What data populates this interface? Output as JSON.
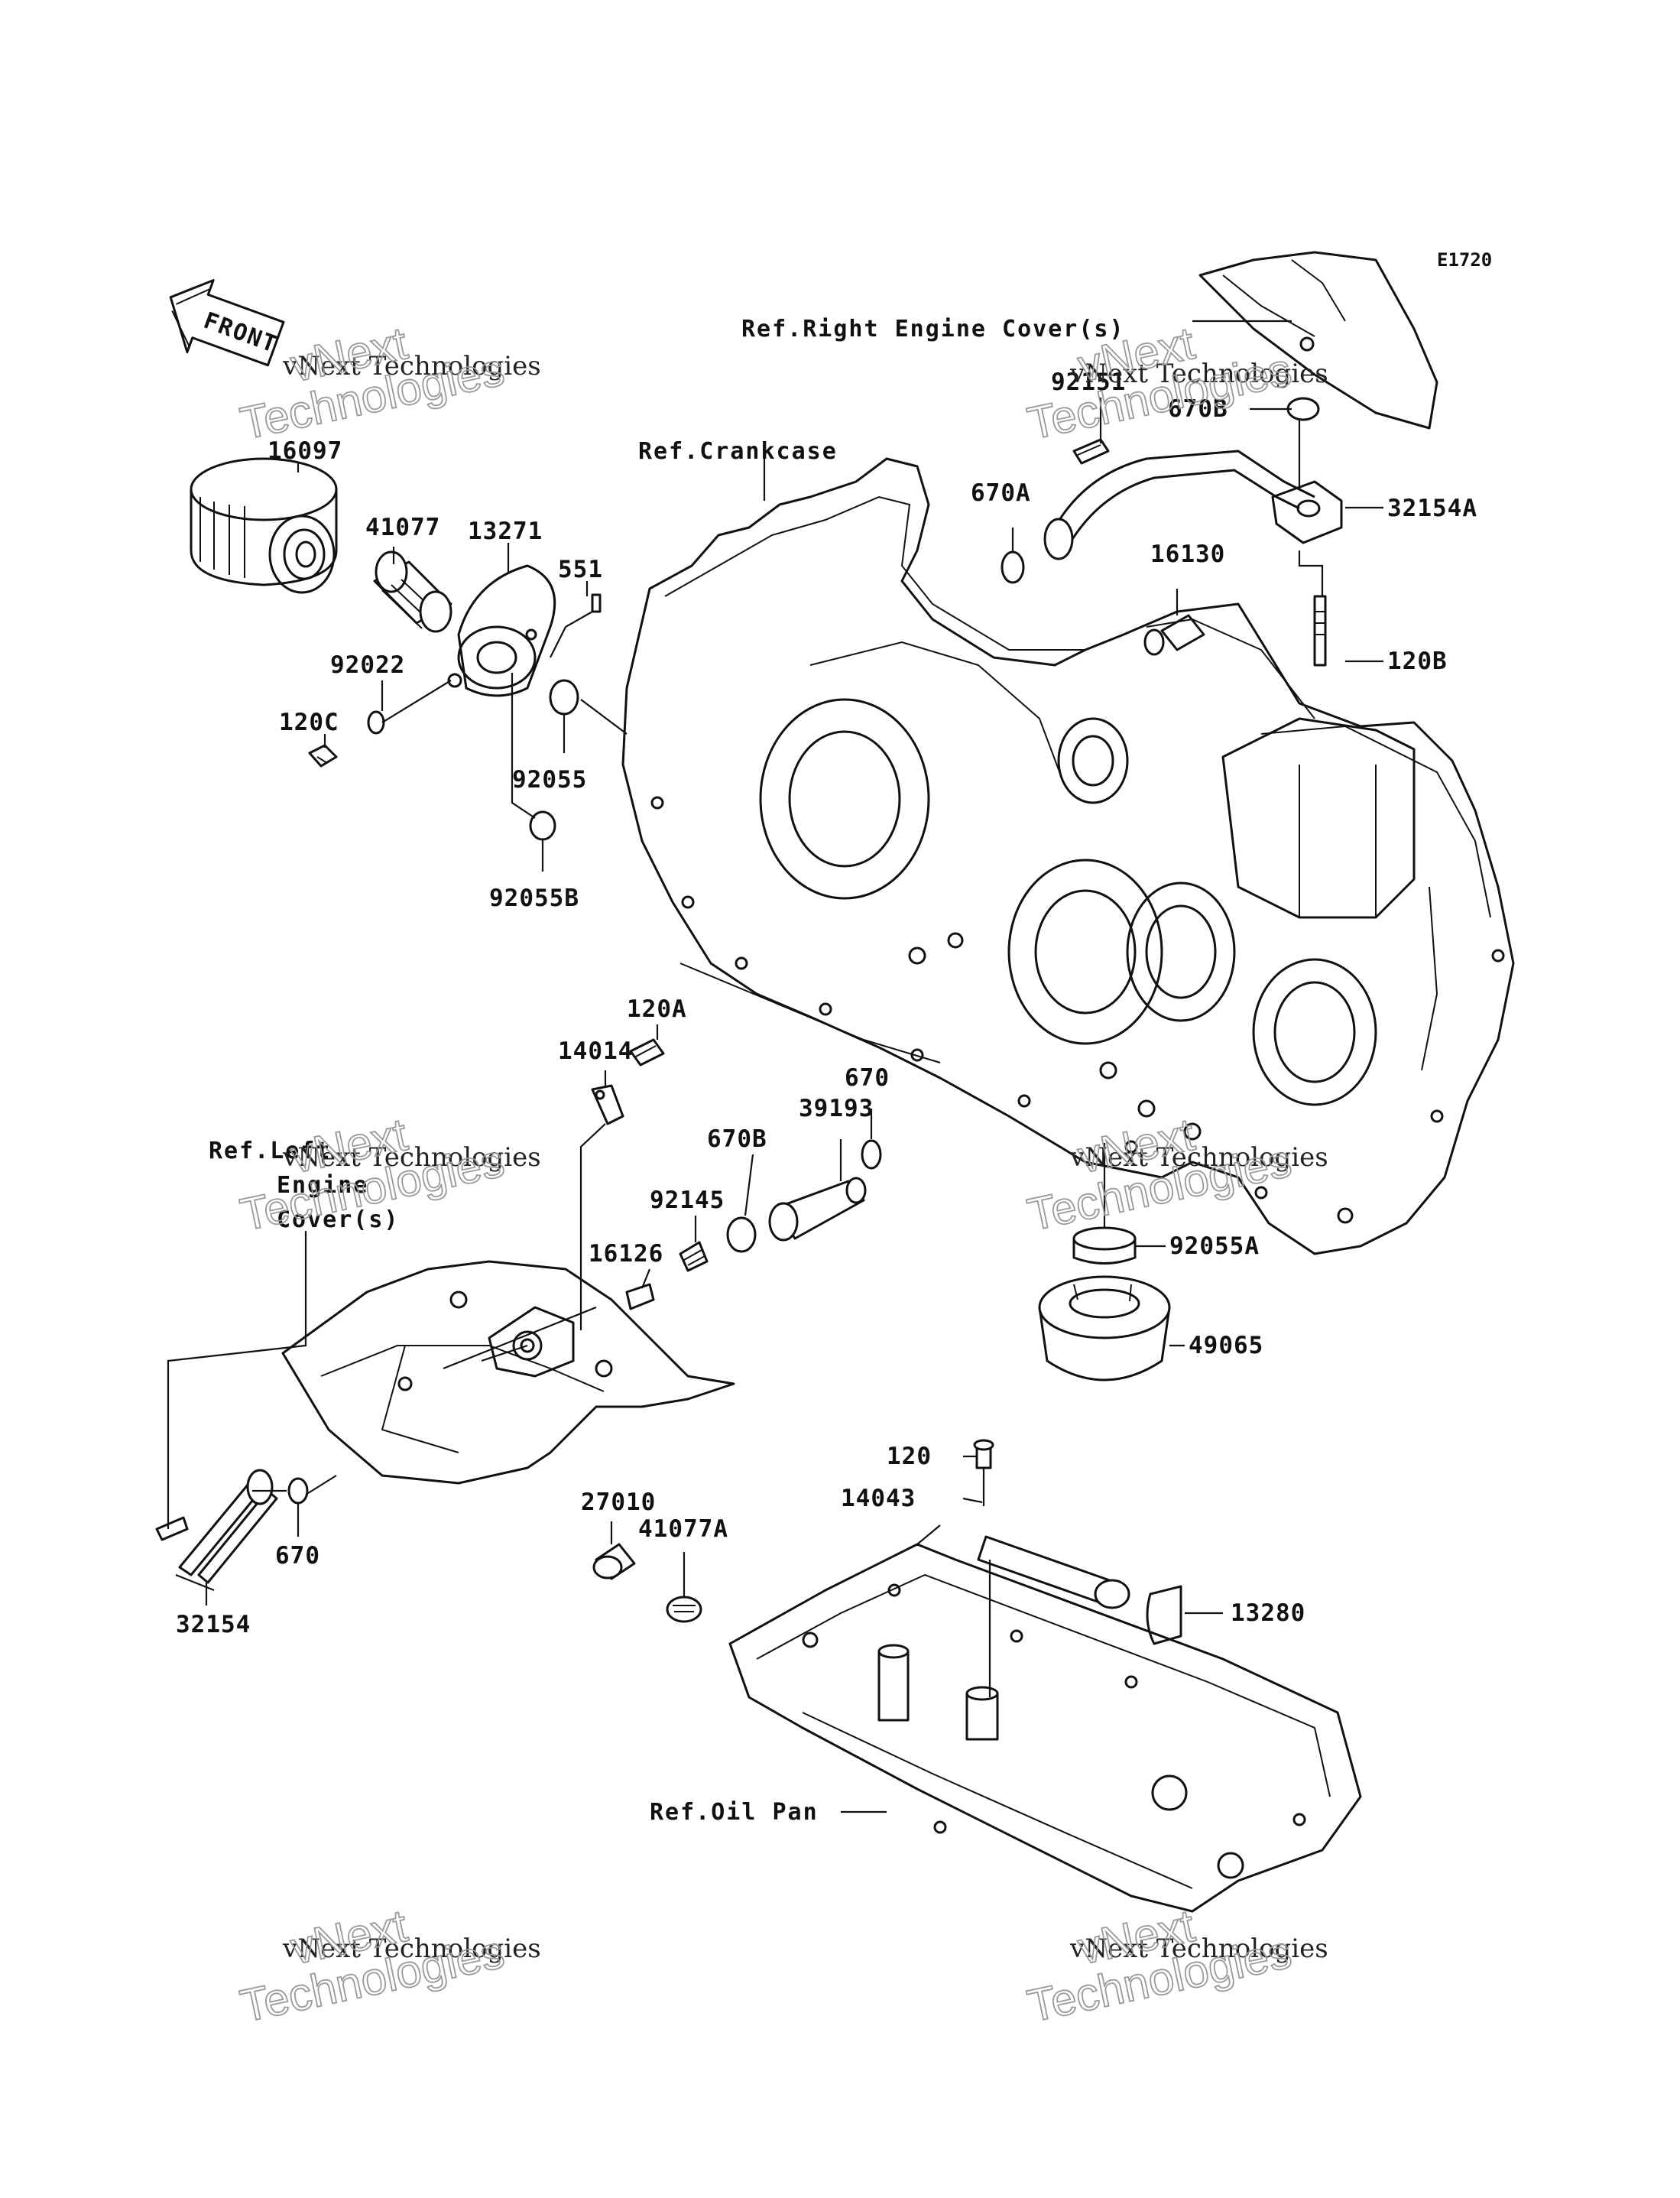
{
  "diagram_code": "E1720",
  "front_marker": "FRONT",
  "watermark": {
    "line1": "vNext Technologies",
    "line2": "vNext\nTechnologies"
  },
  "references": {
    "right_engine_cover": "Ref.Right Engine Cover(s)",
    "crankcase": "Ref.Crankcase",
    "left_engine_cover": [
      "Ref.Left",
      "Engine",
      "Cover(s)"
    ],
    "oil_pan": "Ref.Oil Pan"
  },
  "parts": [
    "16097",
    "41077",
    "13271",
    "551",
    "92022",
    "120C",
    "92055",
    "92055B",
    "92151",
    "670B",
    "670A",
    "32154A",
    "16130",
    "120B",
    "120A",
    "14014",
    "670",
    "39193",
    "670B",
    "92145",
    "16126",
    "92055A",
    "49065",
    "32154",
    "670",
    "120",
    "14043",
    "13280",
    "27010",
    "41077A"
  ]
}
